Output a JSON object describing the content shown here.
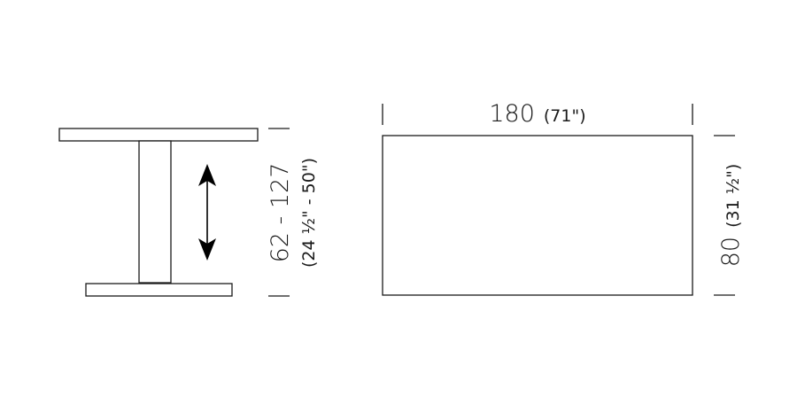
{
  "side_view": {
    "height_metric": "62 - 127",
    "height_imperial": "(24 ½\" - 50\")"
  },
  "top_view": {
    "width_metric": "180",
    "width_imperial": "(71\")",
    "depth_metric": "80",
    "depth_imperial": "(31 ½\")"
  },
  "colors": {
    "line": "#1a1a1a",
    "background": "#ffffff"
  }
}
